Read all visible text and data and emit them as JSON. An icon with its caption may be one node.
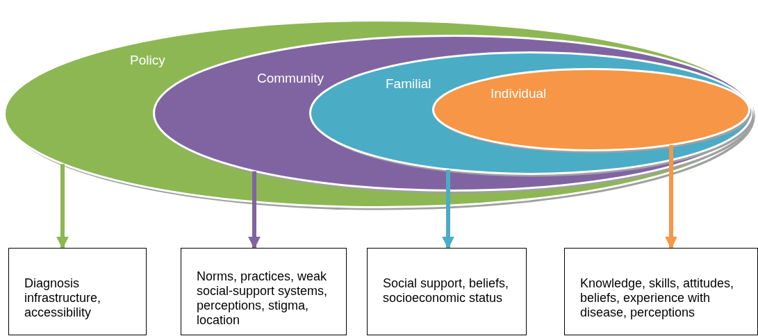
{
  "diagram": {
    "nodes": [
      {
        "text": [
          "Policy"
        ]
      },
      {
        "text": [
          "Community"
        ],
        "in": 0
      },
      {
        "text": [
          "Familial"
        ],
        "in": 1
      },
      {
        "text": [
          "Individual"
        ],
        "in": 2
      },
      {
        "text": [
          "Diagnosis infrastructure, accessibility"
        ]
      },
      {
        "text": [
          "Norms, practices, weak social-support systems, perceptions, stigma, location"
        ]
      },
      {
        "text": [
          "Social support, beliefs, socioeconomic status"
        ]
      },
      {
        "text": [
          "Knowledge, skills, attitudes, beliefs, experience with disease, perceptions"
        ]
      }
    ],
    "edges": [
      {
        "from": 0,
        "to": 4,
        "arrow": "to",
        "color": "#8db753"
      },
      {
        "from": 1,
        "to": 5,
        "arrow": "to",
        "color": "#8064a2"
      },
      {
        "from": 2,
        "to": 6,
        "arrow": "to",
        "color": "#4bacc6"
      },
      {
        "from": 3,
        "to": 7,
        "arrow": "to",
        "color": "#f79646"
      }
    ]
  }
}
